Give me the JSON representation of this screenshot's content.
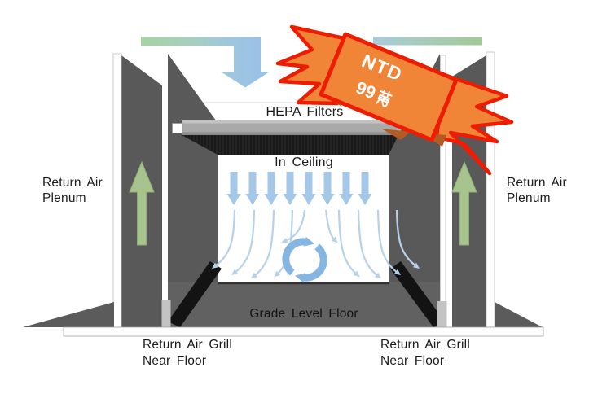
{
  "labels": {
    "hepa_filters": "HEPA Filters",
    "in_ceiling": "In Ceiling",
    "return_air_plenum_line1": "Return Air",
    "return_air_plenum_line2": "Plenum",
    "grade_level_floor": "Grade Level Floor",
    "return_air_grill_line1": "Return Air Grill",
    "return_air_grill_line2": "Near Floor"
  },
  "badge": {
    "currency": "NTD",
    "amount": "99",
    "unit": "萬"
  },
  "icons": {
    "supply_air": "bent-down-arrow",
    "return_air_left": "up-arrow",
    "return_air_right": "up-arrow",
    "ceiling_downflow": "down-arrows",
    "recirculation": "recycle-arrows"
  },
  "colors": {
    "wall": "#595959",
    "floor": "#616161",
    "airflow_blue": "#A5C8E9",
    "return_green": "#A8C48E",
    "supply_green": "#A6D3A2",
    "badge_fill": "#F08437",
    "badge_border": "#EE1C00",
    "badge_text": "#FFFFFF"
  }
}
